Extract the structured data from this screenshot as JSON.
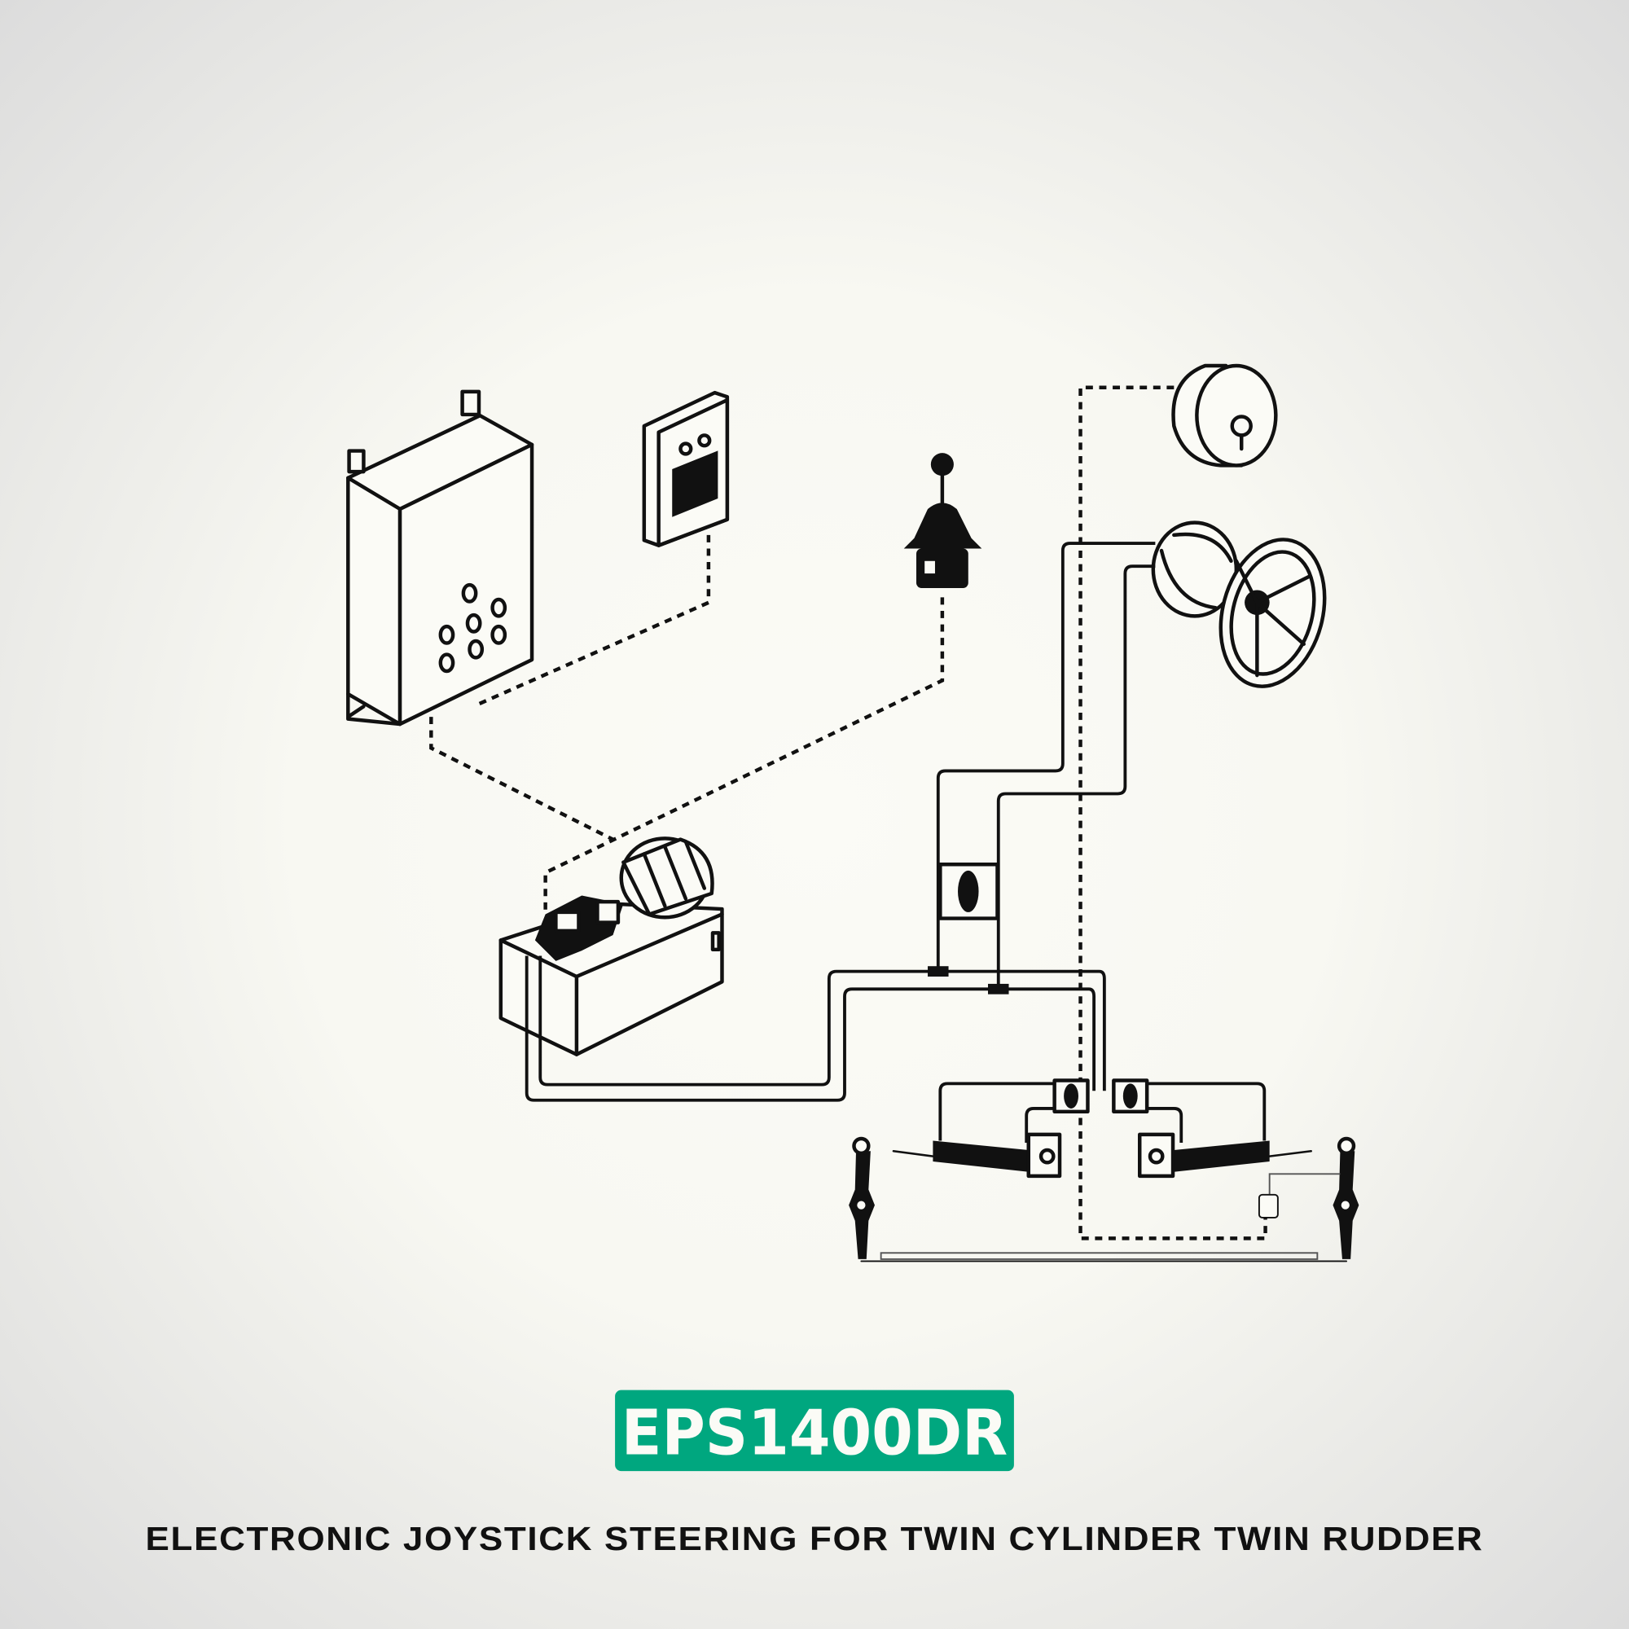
{
  "product": {
    "model": "EPS1400DR",
    "description": "ELECTRONIC JOYSTICK STEERING FOR TWIN CYLINDER TWIN RUDDER",
    "badge_color": "#00a77f"
  },
  "diagram": {
    "components": [
      "control-box",
      "display-panel",
      "joystick",
      "rudder-sensor",
      "helm-pump-wheel",
      "power-pack",
      "valve-block",
      "twin-cylinders",
      "rudder-tillers",
      "tie-bar",
      "rudder-feedback-unit"
    ]
  }
}
